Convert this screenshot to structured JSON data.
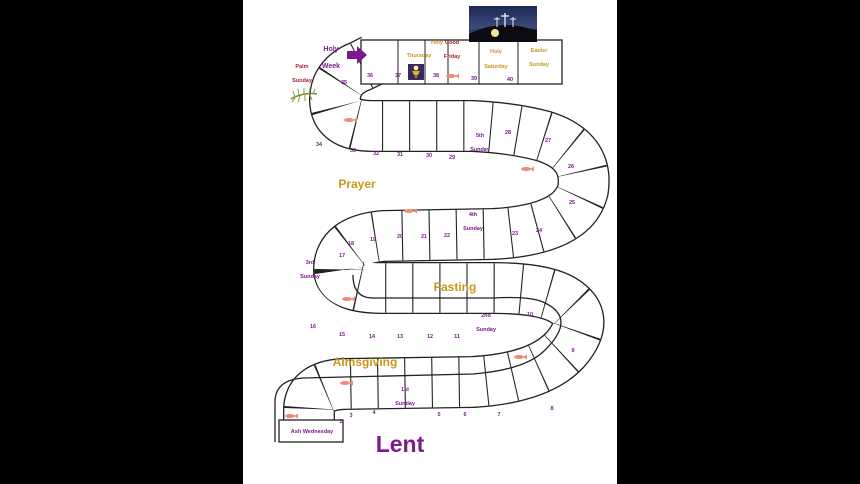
{
  "slide": {
    "title": "Lent",
    "words": [
      "Prayer",
      "Fasting",
      "Almsgiving"
    ]
  },
  "board": {
    "start_label": "Ash Wednesday",
    "days": [
      "2",
      "3",
      "4",
      "5",
      "6",
      "7",
      "8",
      "9",
      "10",
      "11",
      "12",
      "13",
      "14",
      "15",
      "16",
      "17",
      "18",
      "19",
      "20",
      "21",
      "22",
      "23",
      "24",
      "25",
      "26",
      "27",
      "28",
      "29",
      "30",
      "31",
      "32",
      "33",
      "34",
      "35",
      "36",
      "37",
      "38",
      "39",
      "40"
    ],
    "sundays": [
      {
        "line1": "1st",
        "line2": "Sunday"
      },
      {
        "line1": "2nd",
        "line2": "Sunday"
      },
      {
        "line1": "3rd",
        "line2": "Sunday"
      },
      {
        "line1": "4th",
        "line2": "Sunday"
      },
      {
        "line1": "5th",
        "line2": "Sunday"
      }
    ],
    "holy_week": {
      "palm_line1": "Palm",
      "palm_line2": "Sunday",
      "holy_week_line1": "Holy",
      "holy_week_line2": "Week",
      "thursday_line1": "Holy",
      "thursday_line2": "Thursday",
      "friday_line1": "Good",
      "friday_line2": "Friday",
      "saturday_line1": "Holy",
      "saturday_line2": "Saturday",
      "easter_line1": "Easter",
      "easter_line2": "Sunday"
    }
  },
  "colors": {
    "background": "#000000",
    "page": "#ffffff",
    "purple": "#7b1a8c",
    "gold": "#c8971a",
    "red": "#b01c2e",
    "path_stroke": "#222222",
    "fish": "#f08a7a"
  },
  "icons": [
    "arrow-right-icon",
    "palm-branch-icon",
    "chalice-icon",
    "crosses-photo-icon",
    "fish-icon"
  ]
}
